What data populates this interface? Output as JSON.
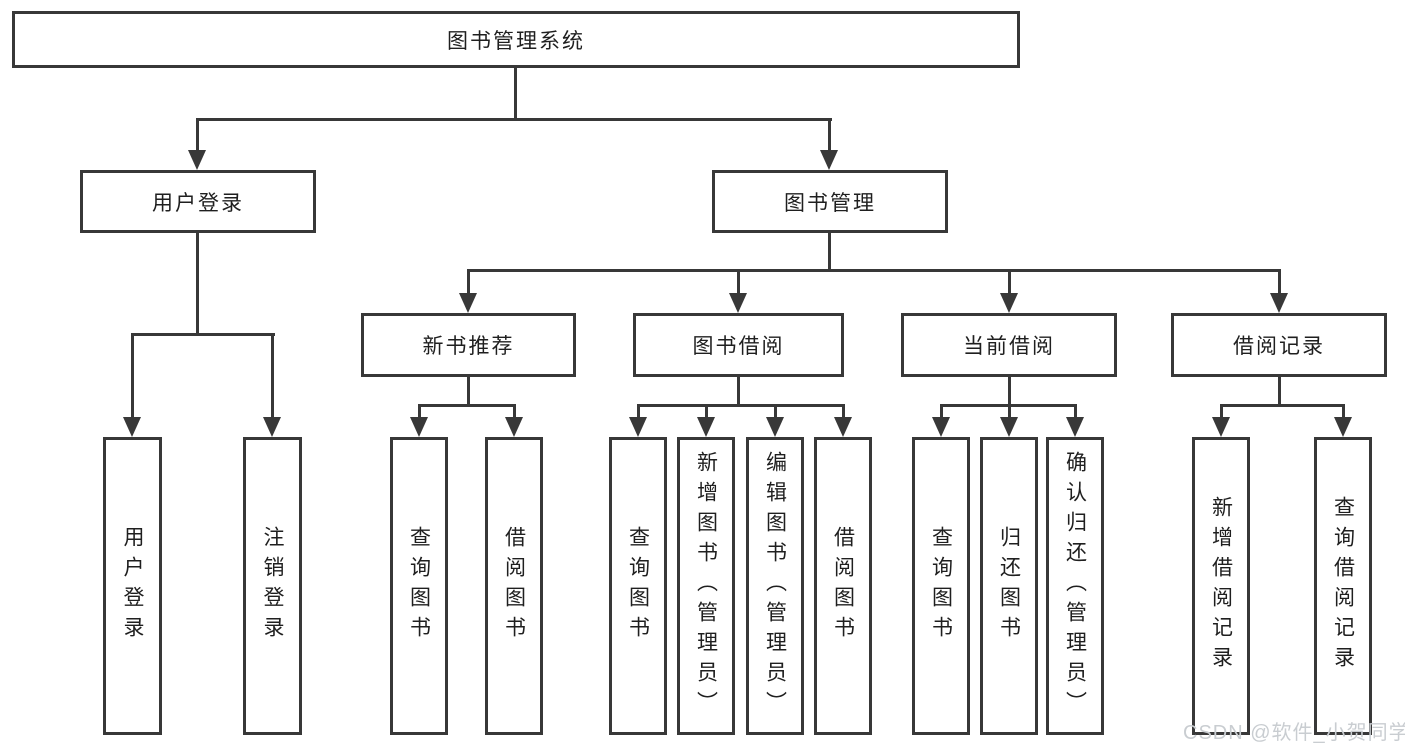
{
  "tree": {
    "root": {
      "label": "图书管理系统"
    },
    "level2": [
      {
        "id": "user-login",
        "label": "用户登录"
      },
      {
        "id": "book-management",
        "label": "图书管理"
      }
    ],
    "level3": [
      {
        "id": "new-book-recommend",
        "label": "新书推荐"
      },
      {
        "id": "book-borrow",
        "label": "图书借阅"
      },
      {
        "id": "current-borrow",
        "label": "当前借阅"
      },
      {
        "id": "borrow-records",
        "label": "借阅记录"
      }
    ],
    "leaves": [
      {
        "parent": "user-login",
        "label": "用户登录"
      },
      {
        "parent": "user-login",
        "label": "注销登录"
      },
      {
        "parent": "new-book-recommend",
        "label": "查询图书"
      },
      {
        "parent": "new-book-recommend",
        "label": "借阅图书"
      },
      {
        "parent": "book-borrow",
        "label": "查询图书"
      },
      {
        "parent": "book-borrow",
        "label": "新增图书（管理员）"
      },
      {
        "parent": "book-borrow",
        "label": "编辑图书（管理员）"
      },
      {
        "parent": "book-borrow",
        "label": "借阅图书"
      },
      {
        "parent": "current-borrow",
        "label": "查询图书"
      },
      {
        "parent": "current-borrow",
        "label": "归还图书"
      },
      {
        "parent": "current-borrow",
        "label": "确认归还（管理员）"
      },
      {
        "parent": "borrow-records",
        "label": "新增借阅记录"
      },
      {
        "parent": "borrow-records",
        "label": "查询借阅记录"
      }
    ]
  },
  "watermark": "CSDN @软件_小贺同学",
  "colors": {
    "line": "#383838",
    "text": "#1f1f1f",
    "background": "#ffffff",
    "watermark": "#c9cdd1"
  }
}
